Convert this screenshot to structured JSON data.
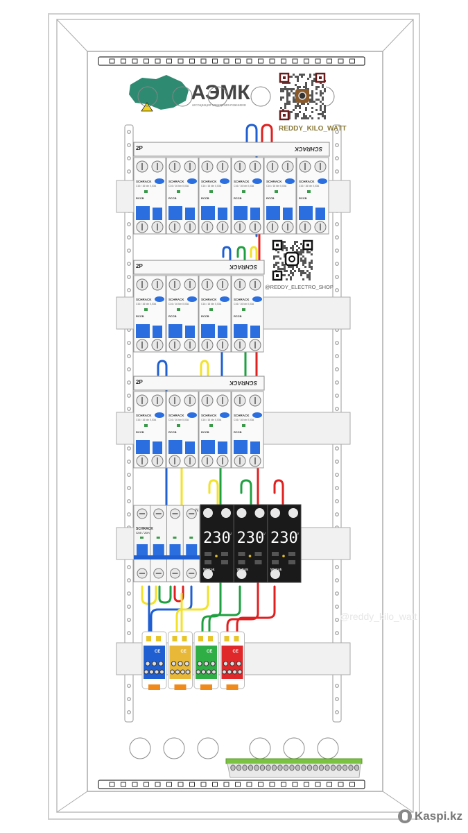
{
  "header": {
    "logo_text": "АЭМК",
    "logo_subtitle": "ассоциация электромонтажников",
    "instagram_handle_top": "REDDY_KILO_WATT",
    "instagram_handle_mid": "@REDDY_ELECTRO_SHOP",
    "watermark_tiktok": "@reddy_kilo_watt",
    "kaspi_text": "Kaspi.kz"
  },
  "colors": {
    "phase_blue": "#1f5fd1",
    "phase_yellow": "#f2e22a",
    "phase_green": "#1ea040",
    "phase_red": "#e01f1f",
    "breaker_blue": "#2a6ee0",
    "relay_black": "#1a1a1a",
    "map_green": "#2e8a70",
    "ground_bar_green": "#7cc242"
  },
  "rows": [
    {
      "label": "2P",
      "brand": "SCHRACK",
      "breaker_count": 6,
      "breaker_brand": "SCHRACK",
      "breaker_rating": "C16 / 16  Idn 0,03A",
      "breaker_type": "RCCB"
    },
    {
      "label": "2P",
      "brand": "SCHRACK",
      "breaker_count": 4,
      "breaker_brand": "SCHRACK",
      "breaker_rating": "C16 / 16  Idn 0,03A",
      "breaker_type": "RCCB"
    },
    {
      "label": "2P",
      "brand": "SCHRACK",
      "breaker_count": 4,
      "breaker_brand": "SCHRACK",
      "breaker_rating": "C16 / 16  Idn 0,03A",
      "breaker_type": "RCCB"
    }
  ],
  "main_breaker": {
    "brand": "SCHRACK",
    "rating": "C50 / 20A",
    "poles": 4,
    "terminal_label": "N"
  },
  "voltage_relays": [
    {
      "display": "230",
      "unit": "V",
      "brand": "Welrok"
    },
    {
      "display": "230",
      "unit": "V",
      "brand": "Welrok"
    },
    {
      "display": "230",
      "unit": "V",
      "brand": "Welrok"
    }
  ],
  "distribution_blocks": [
    {
      "color": "blue",
      "label": "CE"
    },
    {
      "color": "yellow",
      "label": "CE"
    },
    {
      "color": "green",
      "label": "CE"
    },
    {
      "color": "red",
      "label": "CE"
    }
  ],
  "ground_bar": {
    "terminal_count": 22
  }
}
